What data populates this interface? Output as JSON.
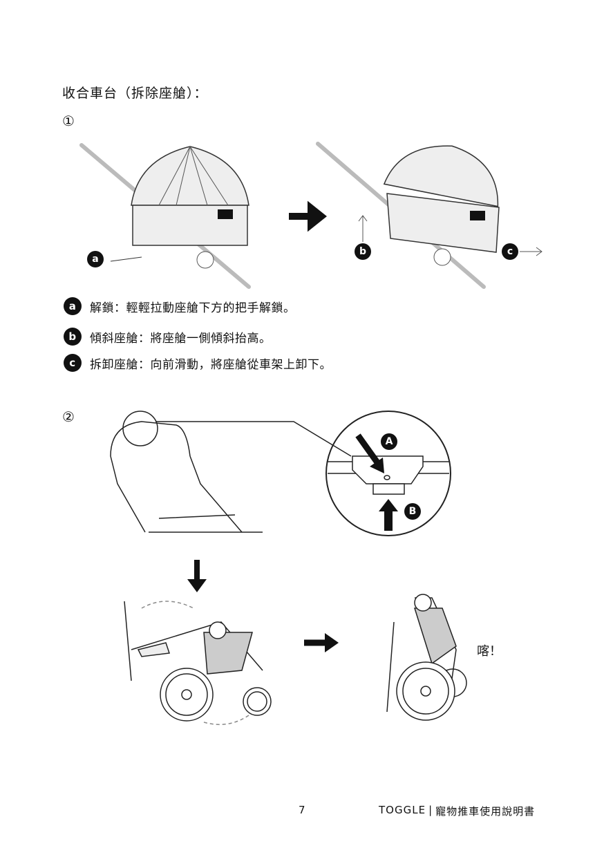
{
  "title": "收合車台（拆除座艙）：",
  "section1": {
    "number": "①",
    "labels": {
      "a": "a",
      "b": "b",
      "c": "c"
    },
    "steps": [
      {
        "badge": "a",
        "text": "解鎖：輕輕拉動座艙下方的把手解鎖。"
      },
      {
        "badge": "b",
        "text": "傾斜座艙：將座艙一側傾斜抬高。"
      },
      {
        "badge": "c",
        "text": "拆卸座艙：向前滑動，將座艙從車架上卸下。"
      }
    ]
  },
  "section2": {
    "number": "②",
    "labels": {
      "A": "A",
      "B": "B"
    },
    "click_sound": "喀！"
  },
  "footer": {
    "page": "7",
    "brand": "TOGGLE",
    "separator": "|",
    "doc_title": "寵物推車使用說明書"
  }
}
